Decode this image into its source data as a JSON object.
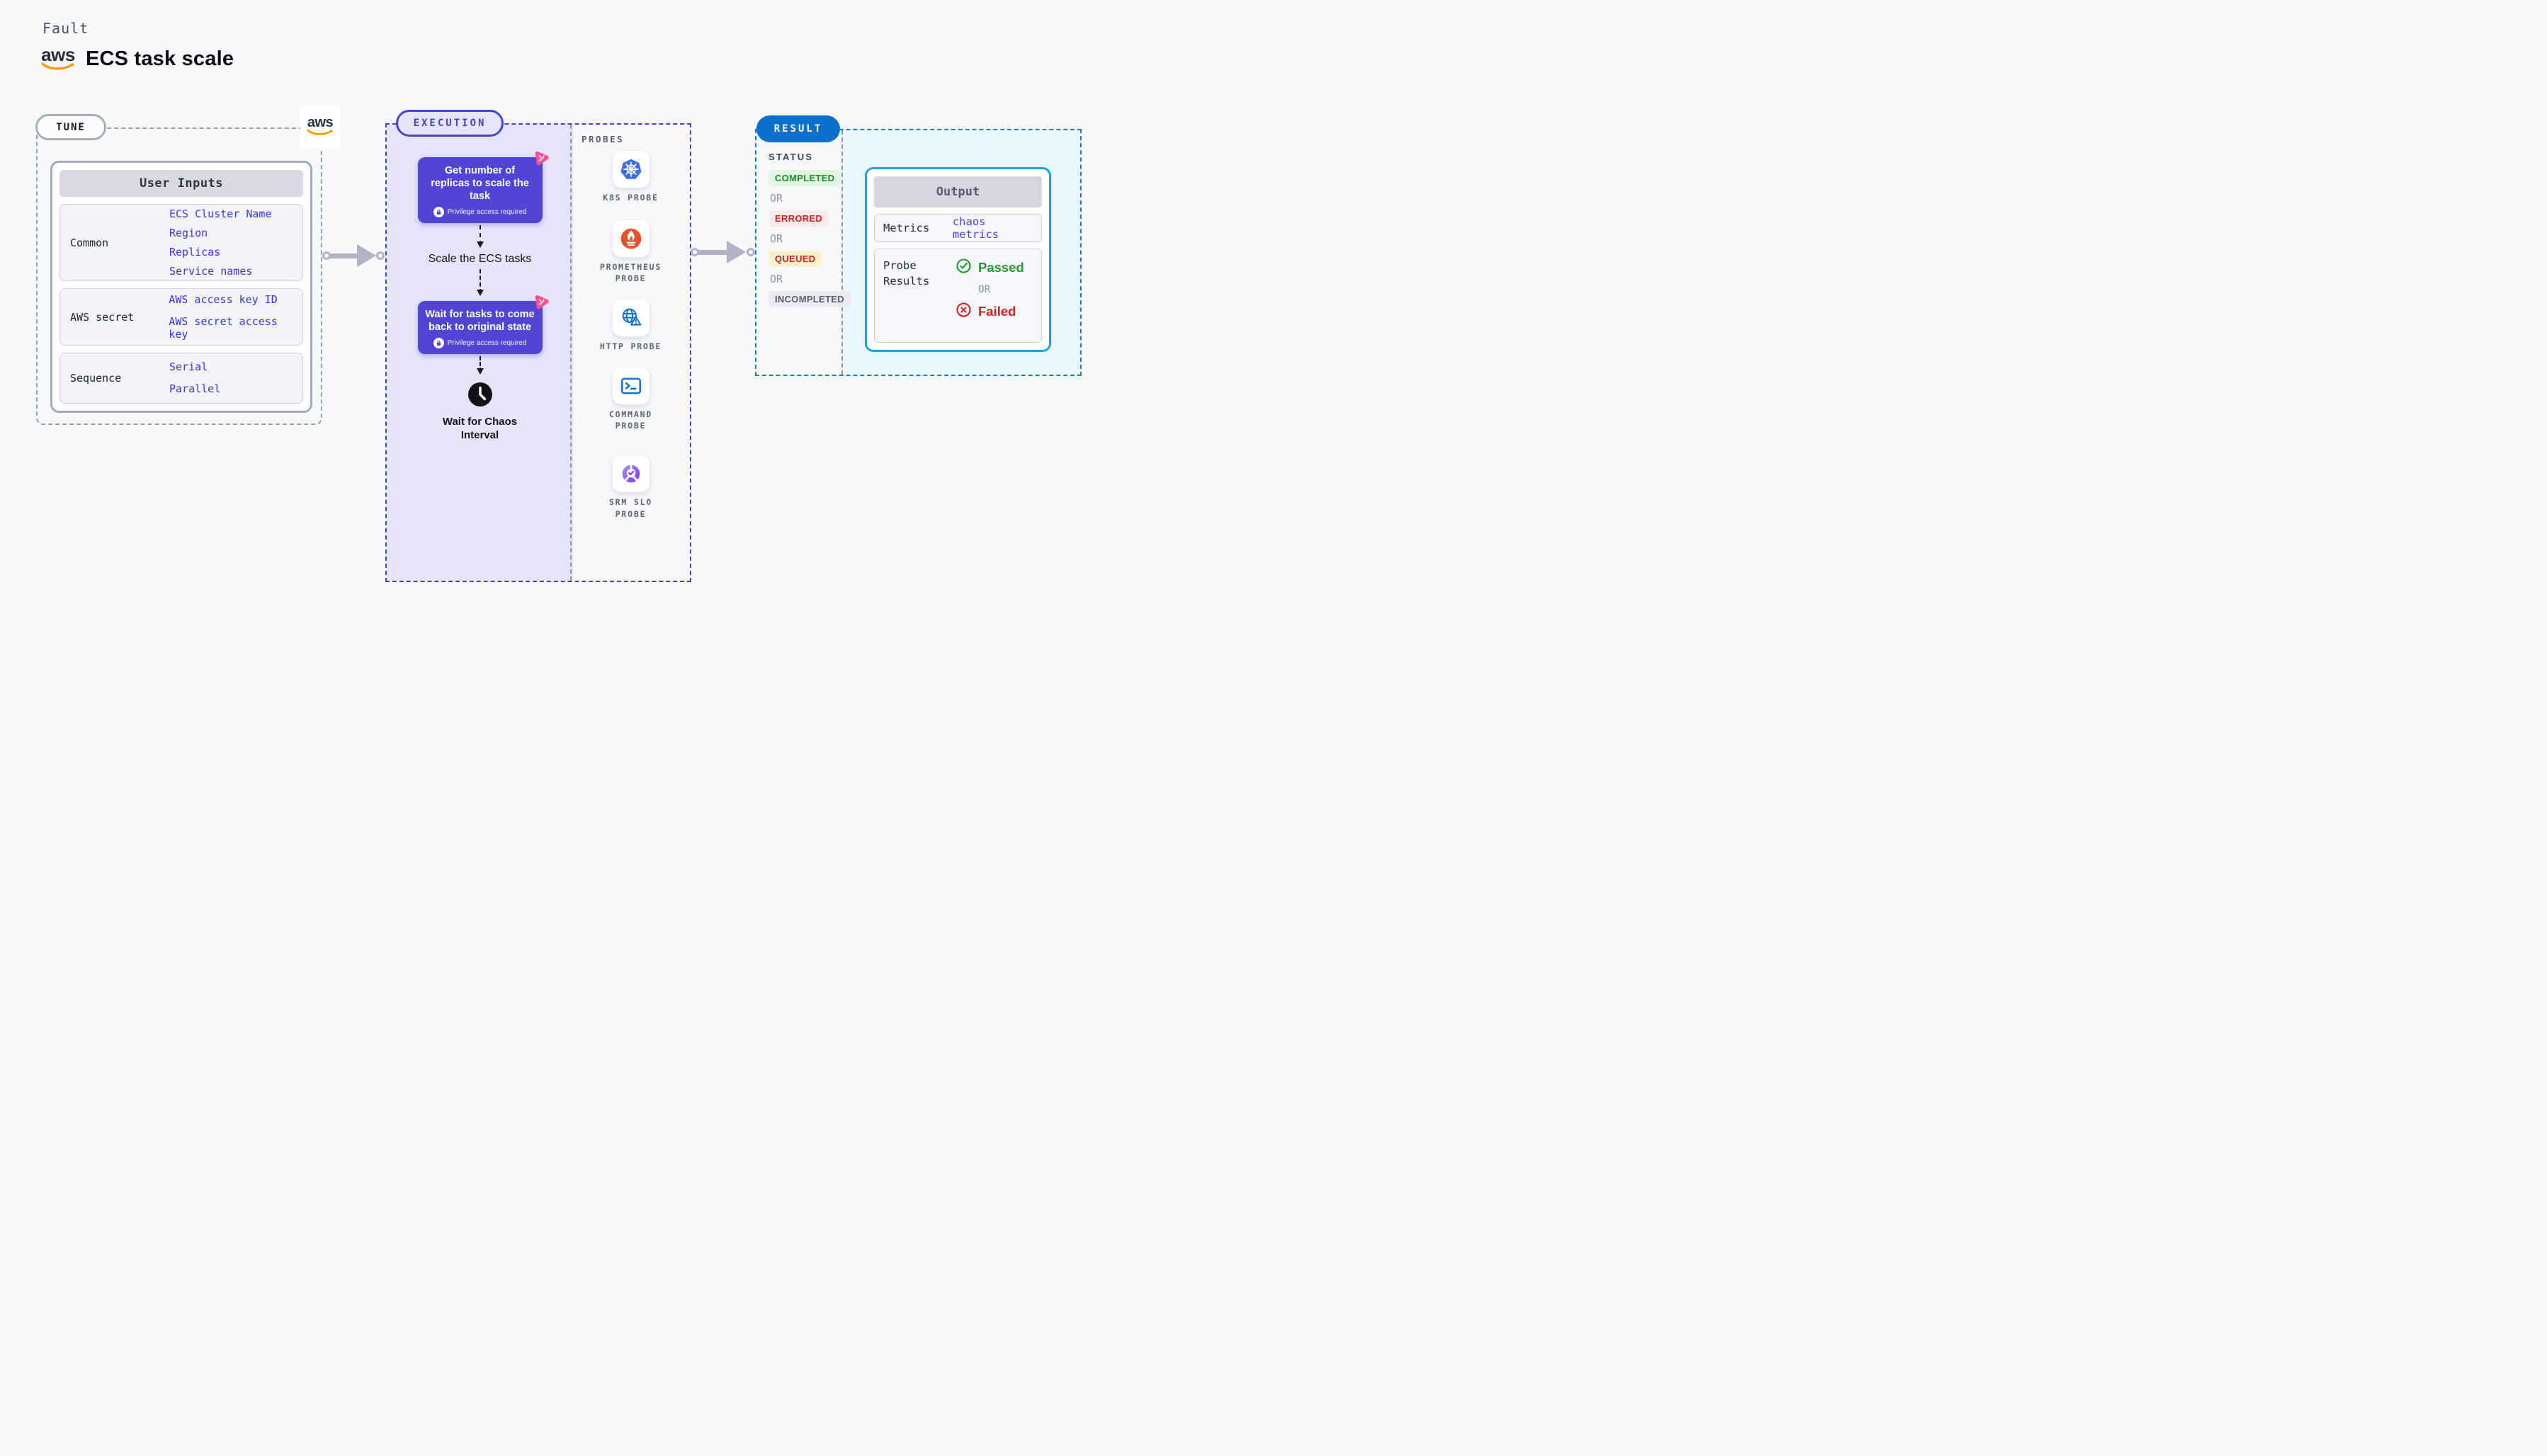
{
  "header": {
    "kicker": "Fault",
    "title": "ECS task scale",
    "aws_wordmark": "aws"
  },
  "tune": {
    "pill": "TUNE",
    "user_inputs": {
      "title": "User Inputs",
      "rows": [
        {
          "label": "Common",
          "links": [
            "ECS Cluster Name",
            "Region",
            "Replicas",
            "Service names"
          ]
        },
        {
          "label": "AWS secret",
          "links": [
            "AWS access key ID",
            "AWS secret access key"
          ]
        },
        {
          "label": "Sequence",
          "links": [
            "Serial",
            "Parallel"
          ]
        }
      ]
    }
  },
  "execution": {
    "pill": "EXECUTION",
    "step1": {
      "title": "Get number of replicas to scale the task",
      "note": "Privilege access required"
    },
    "middle_label": "Scale the ECS tasks",
    "step2": {
      "title": "Wait for tasks to come back to original state",
      "note": "Privilege access required"
    },
    "wait_label": "Wait for Chaos Interval"
  },
  "probes": {
    "title": "PROBES",
    "items": [
      {
        "label": "K8S PROBE",
        "icon": "kubernetes-icon"
      },
      {
        "label": "PROMETHEUS PROBE",
        "icon": "prometheus-icon"
      },
      {
        "label": "HTTP PROBE",
        "icon": "http-globe-icon"
      },
      {
        "label": "COMMAND PROBE",
        "icon": "terminal-icon"
      },
      {
        "label": "SRM SLO PROBE",
        "icon": "slo-donut-icon"
      }
    ]
  },
  "result": {
    "pill": "RESULT",
    "status": {
      "title": "STATUS",
      "or": "OR",
      "badges": [
        "COMPLETED",
        "ERRORED",
        "QUEUED",
        "INCOMPLETED"
      ]
    },
    "output": {
      "title": "Output",
      "metrics_label": "Metrics",
      "metrics_link": "chaos metrics",
      "probe_results_label": "Probe Results",
      "passed": "Passed",
      "or": "OR",
      "failed": "Failed"
    }
  },
  "colors": {
    "page_bg": "#f7f8fa",
    "execution_bg": "#e5e4fb",
    "execution_border": "#4340cc",
    "step_purple": "#5145d8",
    "confetti_pink": "#f9538d",
    "result_border": "#0e7ed5",
    "result_bg": "#e9f6fd",
    "result_pill_blue": "#0a70cc",
    "output_border": "#16a5de",
    "link_blue": "#3a35e8",
    "passed_green": "#1d9b2d",
    "failed_red": "#ce2121",
    "aws_orange": "#ff9900"
  }
}
